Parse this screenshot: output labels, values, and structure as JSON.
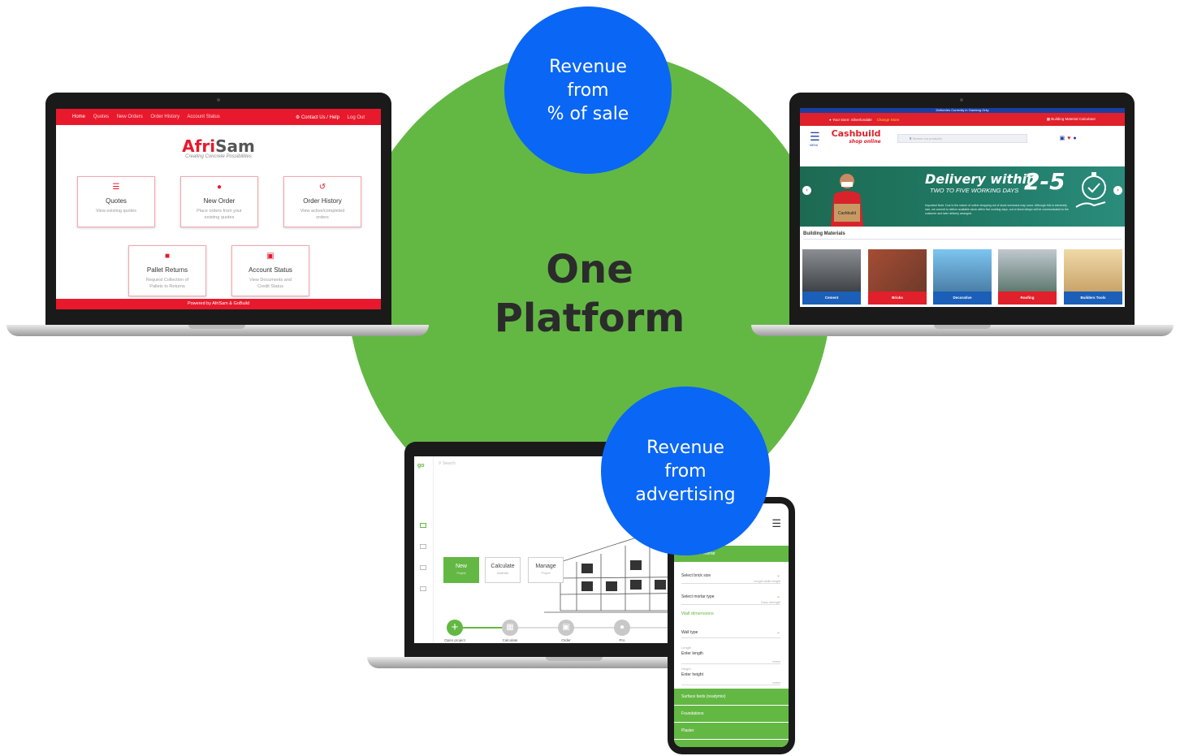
{
  "center": {
    "title_line1": "One",
    "title_line2": "Platform"
  },
  "bubbles": {
    "top": "Revenue\nfrom\n% of sale",
    "bottom": "Revenue\nfrom\nadvertising"
  },
  "afrisam": {
    "nav": [
      "Home",
      "Quotes",
      "New Orders",
      "Order History",
      "Account Status"
    ],
    "contact": "Contact Us / Help",
    "logout": "Log Out",
    "logo_a": "Afri",
    "logo_b": "Sam",
    "tagline": "Creating Concrete Possibilities",
    "cards": [
      {
        "title": "Quotes",
        "desc": "View existing quotes",
        "icon": "list-icon"
      },
      {
        "title": "New Order",
        "desc": "Place orders from your existing quotes",
        "icon": "dollar-icon"
      },
      {
        "title": "Order History",
        "desc": "View active/completed orders",
        "icon": "history-icon"
      },
      {
        "title": "Pallet Returns",
        "desc": "Request Collection of Pallets to Returns",
        "icon": "truck-icon"
      },
      {
        "title": "Account Status",
        "desc": "View Documents and Credit Status",
        "icon": "document-icon"
      }
    ],
    "footer": "Powered by AfriSam & GoBuild",
    "brand_color": "#e8192c"
  },
  "cashbuild": {
    "top_bar": "Deliveries Currently in Gauteng Only",
    "store": "Your store: Silverlondale",
    "change_store": "Change Store",
    "calculator": "Building Material Calculator",
    "menu_label": "MENU",
    "logo_main": "Cashbuild",
    "logo_sub": "shop online",
    "search_placeholder": "Search our products",
    "banner": {
      "title": "Delivery within",
      "number": "2-5",
      "subtitle": "TWO TO FIVE WORKING DAYS",
      "note": "Important Note: Due to the nature of online shopping out of stock scenarios may occur. Although this is extremely rare, we commit to deliver available stock within five working days, out of stock delays will be communicated to the customer and later delivery arranged."
    },
    "section": "Building Materials",
    "categories": [
      {
        "label": "Cement",
        "color": "#1b5fb8"
      },
      {
        "label": "Bricks",
        "color": "#e0202a"
      },
      {
        "label": "Decorative",
        "color": "#1b5fb8"
      },
      {
        "label": "Roofing",
        "color": "#e0202a"
      },
      {
        "label": "Builders Tools",
        "color": "#1b5fb8"
      }
    ]
  },
  "gobuild": {
    "logo": "go",
    "search": "Search",
    "buttons": [
      {
        "title": "New",
        "sub": "Project"
      },
      {
        "title": "Calculate",
        "sub": "Materials"
      },
      {
        "title": "Manage",
        "sub": "Project"
      }
    ],
    "steps": [
      "Open project",
      "Calculate",
      "Order",
      "Pro"
    ],
    "accent": "#63b844"
  },
  "phone": {
    "header": "Brickwork + mortar",
    "brick_label": "Select brick size",
    "brick_hint": "Length width height",
    "mortar_label": "Select mortar type",
    "mortar_hint": "Class strength",
    "wall_dimensions": "Wall dimensions",
    "wall_type": "Wall type",
    "length_small": "Length",
    "length_label": "Enter length",
    "length_unit": "meter",
    "height_small": "Height",
    "height_label": "Enter height",
    "height_unit": "meter",
    "sections": [
      "Surface beds (readymix)",
      "Foundations",
      "Plaster"
    ]
  }
}
